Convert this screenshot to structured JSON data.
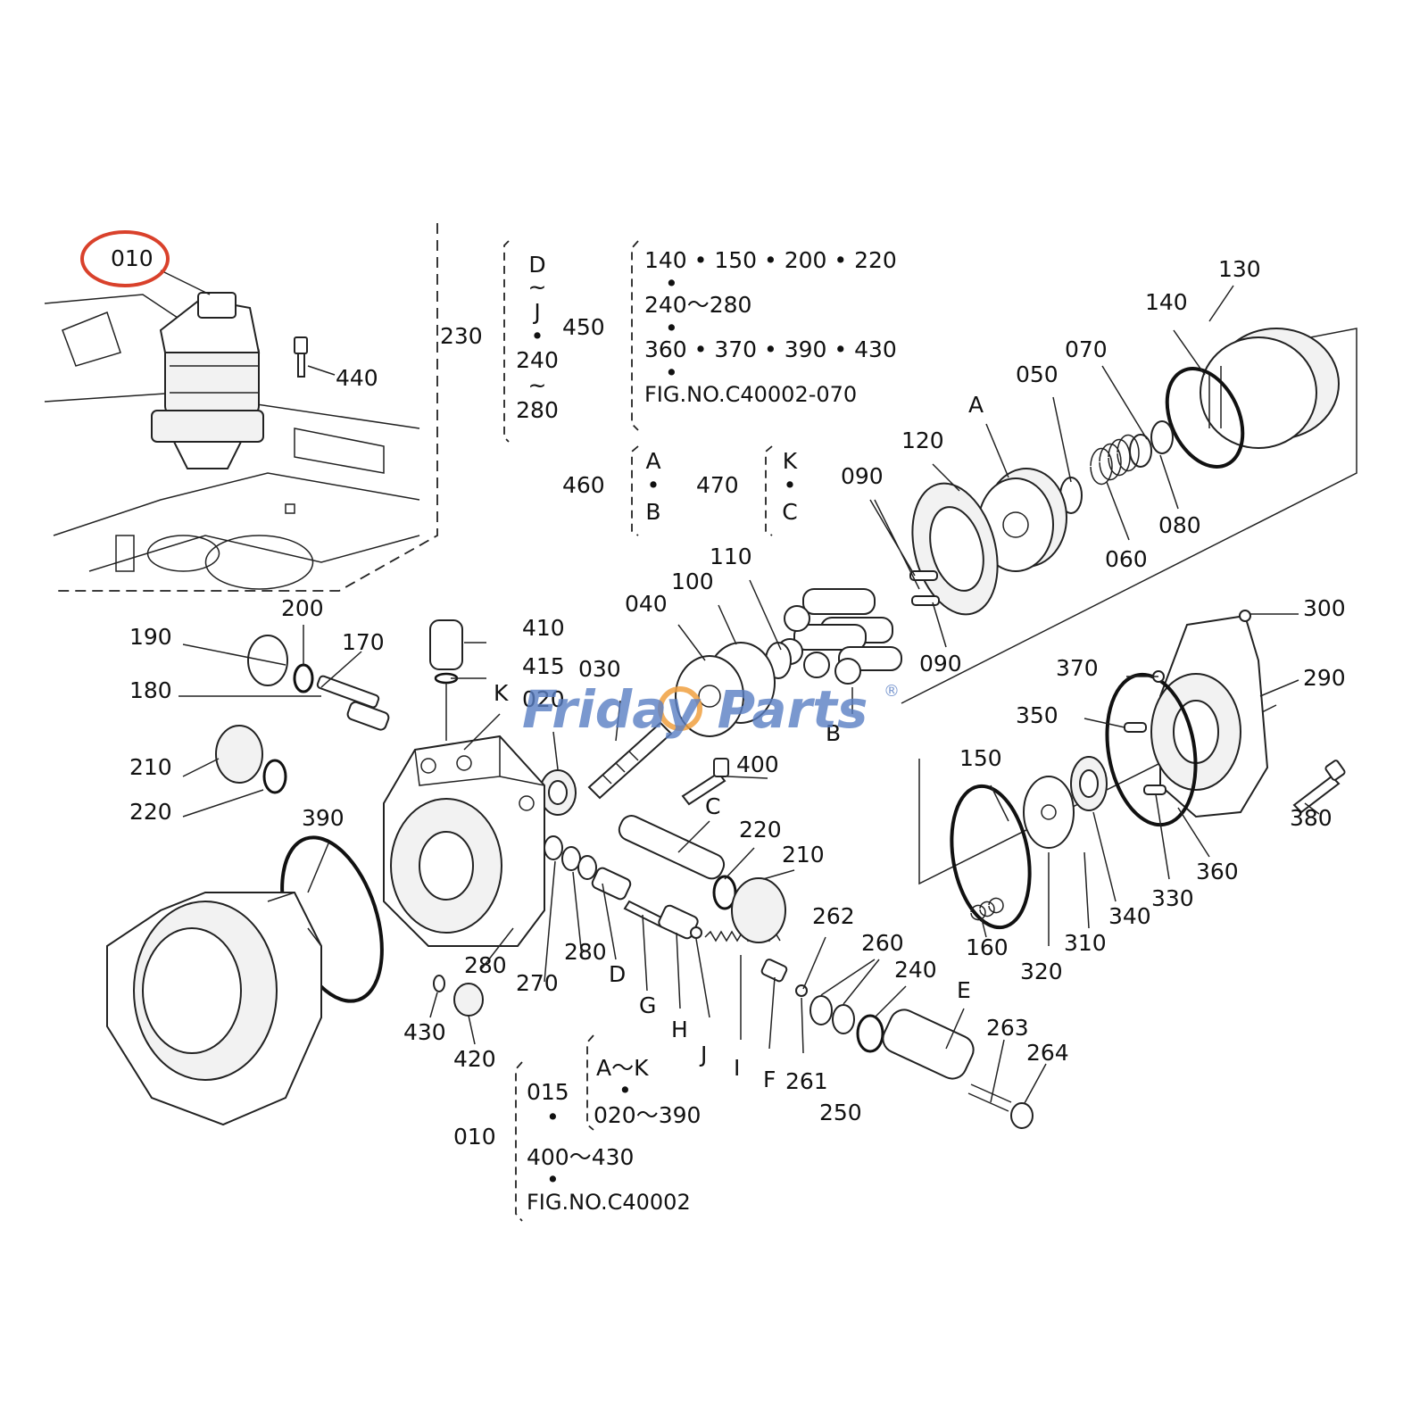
{
  "colors": {
    "highlight_circle": "#d9412b",
    "watermark_blue": "#5a7fc4",
    "watermark_orange": "#f0a040",
    "line": "#222222"
  },
  "watermark": {
    "text": "Friday Parts",
    "registered": "®"
  },
  "callouts": {
    "c010_top": "010",
    "c440": "440",
    "c230": "230",
    "c450": "450",
    "c460": "460",
    "c470": "470",
    "c130": "130",
    "c140": "140",
    "c070": "070",
    "c050": "050",
    "cA_top": "A",
    "c120": "120",
    "c090a": "090",
    "c090b": "090",
    "c080": "080",
    "c060": "060",
    "c110": "110",
    "c100": "100",
    "c040": "040",
    "cB": "B",
    "c030": "030",
    "c020": "020",
    "c300": "300",
    "c290": "290",
    "c370": "370",
    "c350": "350",
    "c150": "150",
    "c380": "380",
    "c360": "360",
    "c330": "330",
    "c340": "340",
    "c310": "310",
    "c320": "320",
    "c160": "160",
    "c200": "200",
    "c190": "190",
    "c170": "170",
    "c180": "180",
    "c410": "410",
    "c415": "415",
    "cK": "K",
    "c210a": "210",
    "c220a": "220",
    "c400": "400",
    "cC": "C",
    "c390": "390",
    "c220b": "220",
    "c210b": "210",
    "c262": "262",
    "c260": "260",
    "c280a": "280",
    "c270": "270",
    "c280b": "280",
    "cD": "D",
    "cG": "G",
    "cH": "H",
    "cJ": "J",
    "cI": "I",
    "cF": "F",
    "c261": "261",
    "c250": "250",
    "c240": "240",
    "cE": "E",
    "c263": "263",
    "c264": "264",
    "c430": "430",
    "c420": "420",
    "c010_bottom": "010"
  },
  "notes": {
    "n230": {
      "lines": [
        "D",
        "~",
        "J",
        "•",
        "240",
        "~",
        "280"
      ]
    },
    "n450": {
      "lines": [
        "140 • 150 • 200 • 220",
        "•",
        "240～280",
        "•",
        "360 • 370 • 390 • 430",
        "•",
        "FIG.NO.C40002-070"
      ]
    },
    "n460": {
      "lines": [
        "A",
        "•",
        "B"
      ]
    },
    "n470": {
      "lines": [
        "K",
        "•",
        "C"
      ]
    },
    "n015": {
      "lines": [
        "A～K",
        "•",
        "020～390"
      ]
    },
    "n010": {
      "lines": [
        "015",
        "•",
        "400～430",
        "•",
        "FIG.NO.C40002"
      ]
    }
  }
}
